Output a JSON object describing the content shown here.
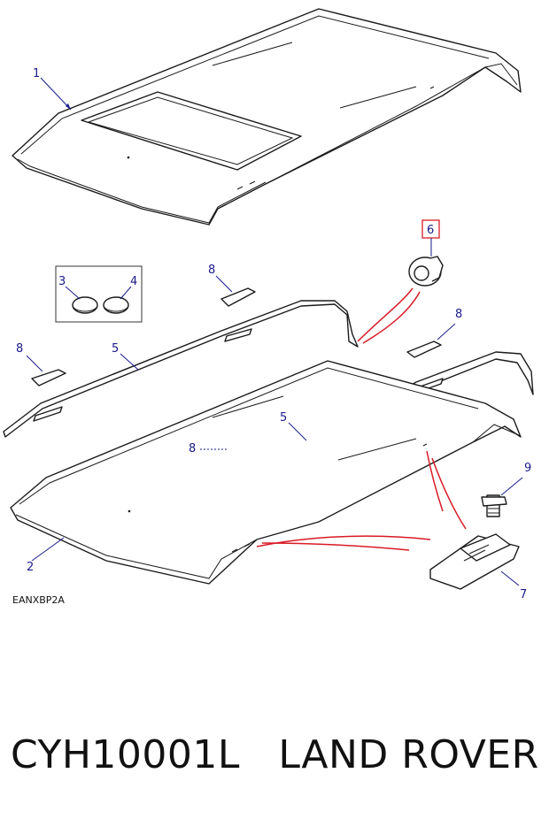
{
  "diagram": {
    "callouts": {
      "roof_panel": "1",
      "roof_panel_lower": "2",
      "plug_left": "3",
      "plug_right": "4",
      "rail_top": "5",
      "rail_bottom": "5",
      "grommet": "6",
      "bracket": "7",
      "cap_top": "8",
      "cap_right": "8",
      "cap_left": "8",
      "cap_middle": "8",
      "bolt": "9"
    },
    "drawing_code": "EANXBP2A",
    "highlight_color": "#d81b25",
    "callout_color": "#1a1a8c"
  },
  "caption": {
    "part_number": "CYH10001L",
    "brand": "LAND ROVER"
  }
}
